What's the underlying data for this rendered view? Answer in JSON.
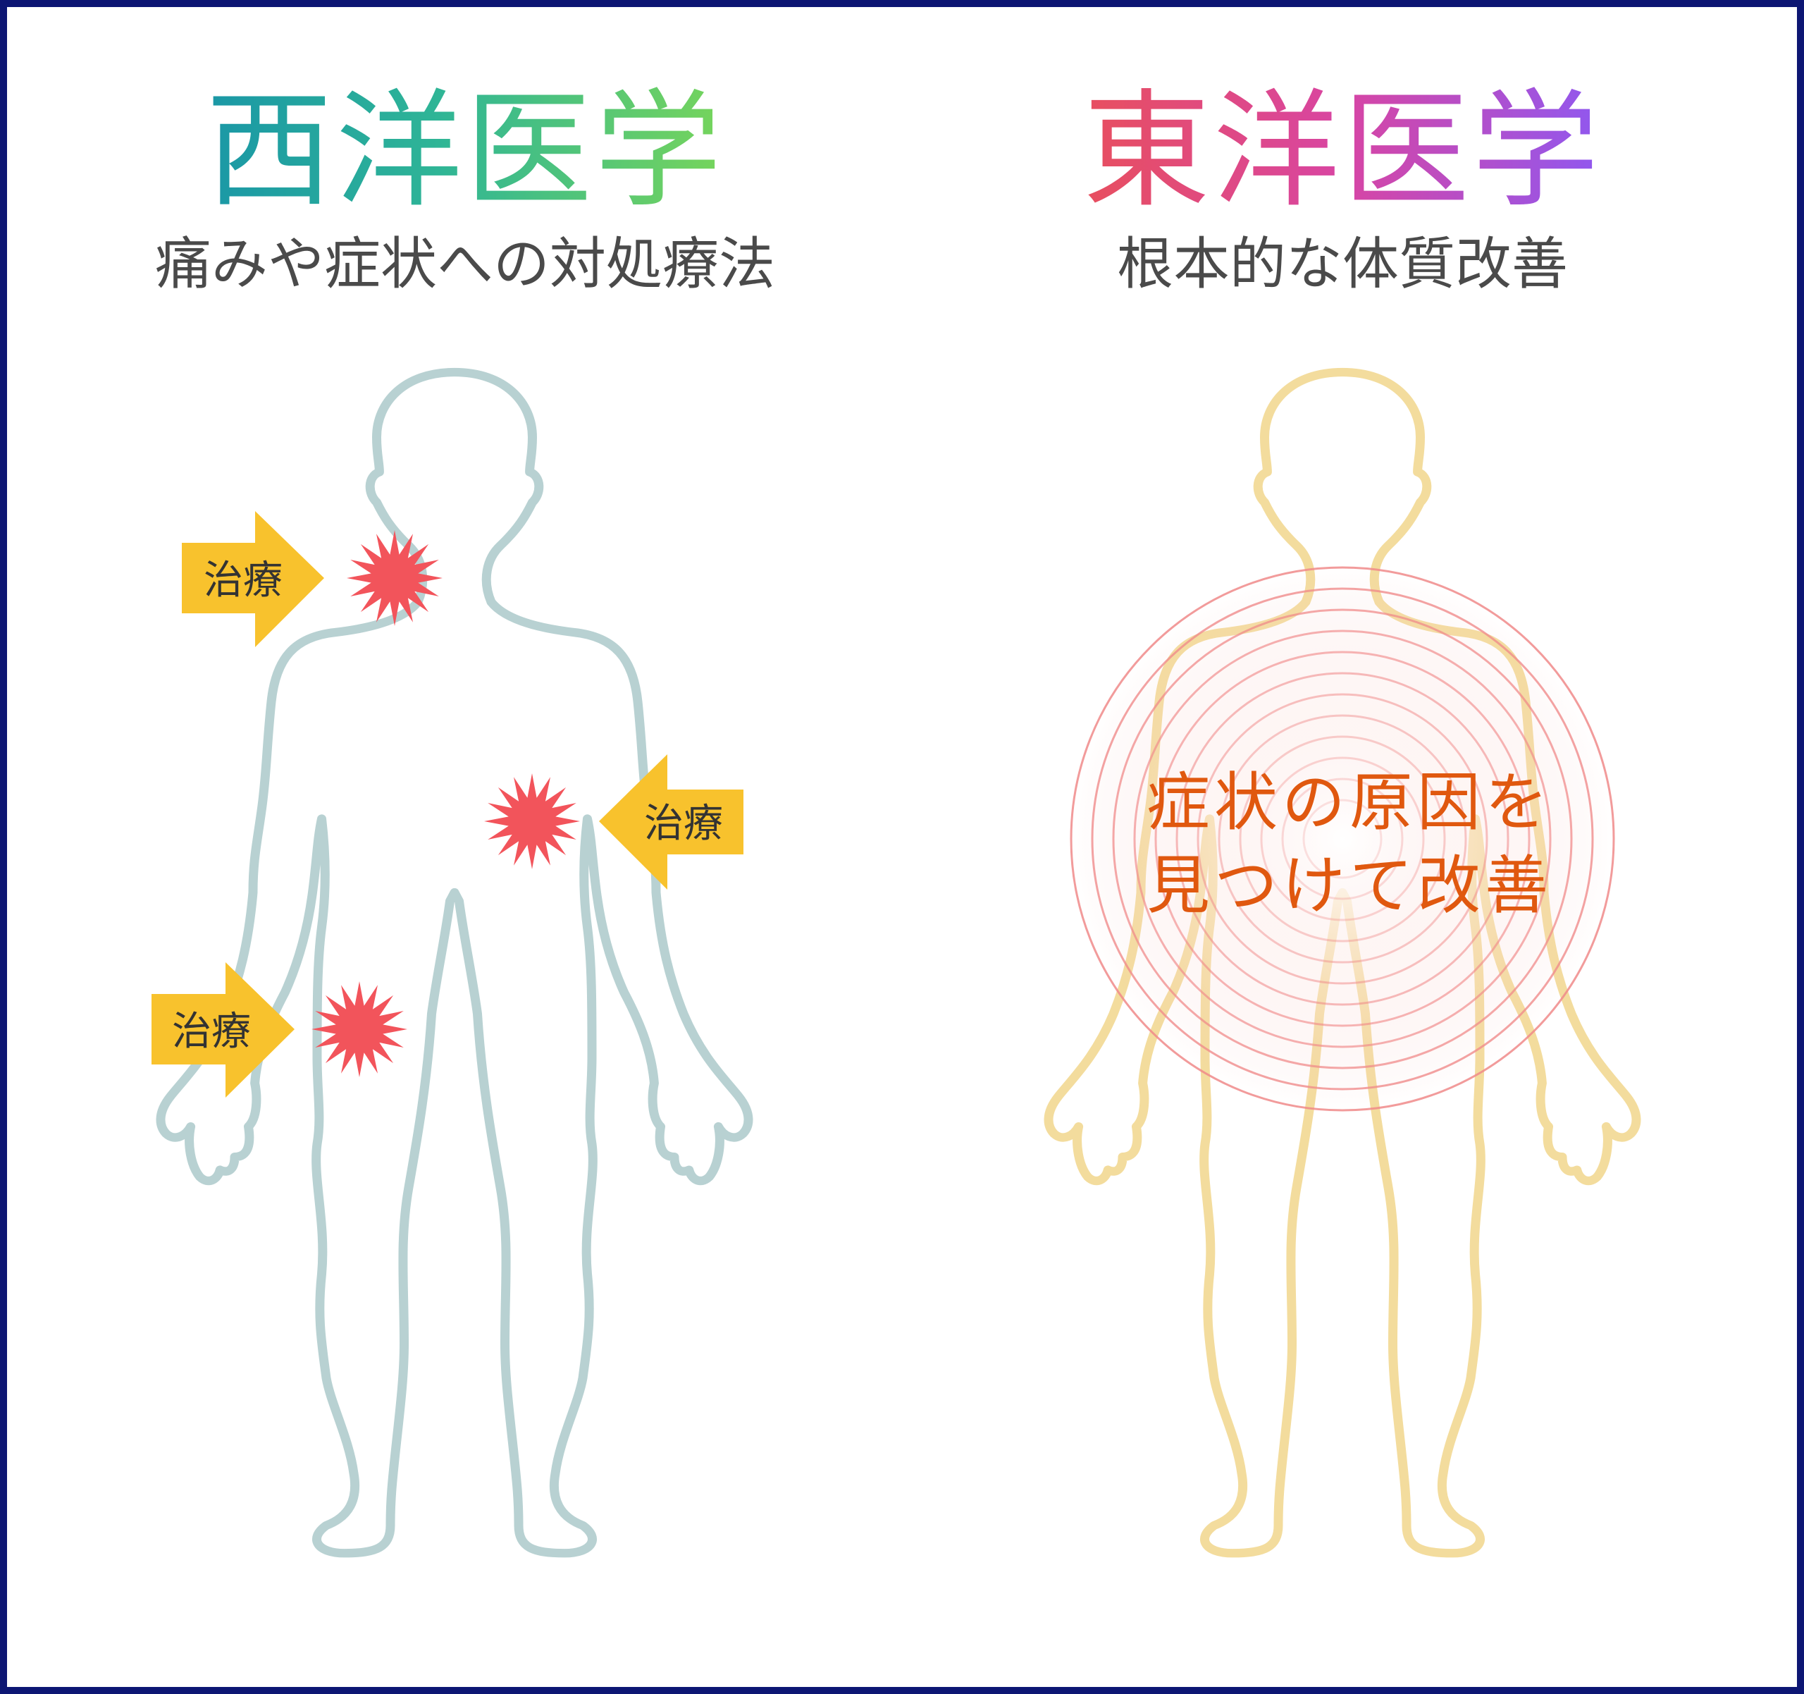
{
  "western": {
    "title": "西洋医学",
    "subtitle": "痛みや症状への対処療法",
    "arrow_label": "治療",
    "colors": {
      "title_gradient": [
        "#1a97a6",
        "#77d55b"
      ],
      "body_outline": "#b8d1d2",
      "pain_burst": "#f2545b",
      "arrow": "#f8c22d"
    }
  },
  "eastern": {
    "title": "東洋医学",
    "subtitle": "根本的な体質改善",
    "center_line1": "症状の原因を",
    "center_line2": "見つけて改善",
    "colors": {
      "title_gradient": [
        "#e84f5e",
        "#8f58f0"
      ],
      "body_outline": "#f3dc9d",
      "rings": "#f08a8a",
      "center_text": "#e0580f"
    }
  },
  "frame_color": "#0d1673"
}
